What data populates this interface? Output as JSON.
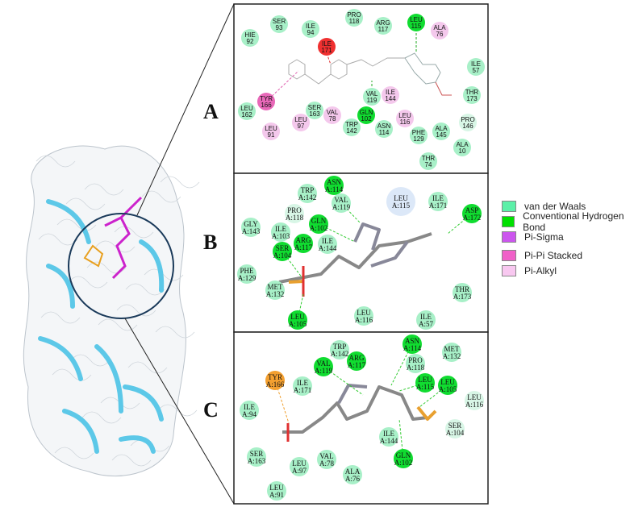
{
  "panels": [
    {
      "label": "A",
      "style": "sans",
      "residues": [
        {
          "name": "HIE",
          "num": "92",
          "type": "vdw"
        },
        {
          "name": "SER",
          "num": "93",
          "type": "vdw"
        },
        {
          "name": "ILE",
          "num": "94",
          "type": "vdw"
        },
        {
          "name": "PRO",
          "num": "118",
          "type": "vdw"
        },
        {
          "name": "ARG",
          "num": "117",
          "type": "vdw"
        },
        {
          "name": "LEU",
          "num": "115",
          "type": "hbond"
        },
        {
          "name": "ALA",
          "num": "76",
          "type": "alkyl"
        },
        {
          "name": "ILE",
          "num": "171",
          "type": "red"
        },
        {
          "name": "ILE",
          "num": "57",
          "type": "vdw"
        },
        {
          "name": "THR",
          "num": "173",
          "type": "vdw"
        },
        {
          "name": "TYR",
          "num": "166",
          "type": "pipi"
        },
        {
          "name": "LEU",
          "num": "162",
          "type": "vdw"
        },
        {
          "name": "SER",
          "num": "163",
          "type": "vdw"
        },
        {
          "name": "VAL",
          "num": "78",
          "type": "alkyl"
        },
        {
          "name": "LEU",
          "num": "97",
          "type": "alkyl"
        },
        {
          "name": "LEU",
          "num": "91",
          "type": "alkyl"
        },
        {
          "name": "VAL",
          "num": "119",
          "type": "vdw"
        },
        {
          "name": "ILE",
          "num": "144",
          "type": "alkyl"
        },
        {
          "name": "GLN",
          "num": "102",
          "type": "hbond"
        },
        {
          "name": "TRP",
          "num": "142",
          "type": "vdw"
        },
        {
          "name": "ASN",
          "num": "114",
          "type": "vdw"
        },
        {
          "name": "LEU",
          "num": "116",
          "type": "alkyl"
        },
        {
          "name": "PHE",
          "num": "129",
          "type": "vdw"
        },
        {
          "name": "ALA",
          "num": "145",
          "type": "vdw"
        },
        {
          "name": "PRO",
          "num": "146",
          "type": "vdwlight"
        },
        {
          "name": "ALA",
          "num": "10",
          "type": "vdw"
        },
        {
          "name": "THR",
          "num": "74",
          "type": "vdw"
        }
      ]
    },
    {
      "label": "B",
      "style": "serif",
      "residues": [
        {
          "name": "TRP",
          "num": "A:142",
          "type": "vdw"
        },
        {
          "name": "ASN",
          "num": "A:114",
          "type": "hbond"
        },
        {
          "name": "VAL",
          "num": "A:119",
          "type": "vdw"
        },
        {
          "name": "PRO",
          "num": "A:118",
          "type": "vdwlight"
        },
        {
          "name": "GLN",
          "num": "A:102",
          "type": "hbond"
        },
        {
          "name": "GLY",
          "num": "A:143",
          "type": "vdw"
        },
        {
          "name": "ILE",
          "num": "A:103",
          "type": "vdw"
        },
        {
          "name": "ARG",
          "num": "A:117",
          "type": "hbond"
        },
        {
          "name": "ILE",
          "num": "A:144",
          "type": "vdw"
        },
        {
          "name": "SER",
          "num": "A:104",
          "type": "hbond"
        },
        {
          "name": "LEU",
          "num": "A:115",
          "type": "blue"
        },
        {
          "name": "ILE",
          "num": "A:171",
          "type": "vdw"
        },
        {
          "name": "ASP",
          "num": "A:172",
          "type": "hbond"
        },
        {
          "name": "PHE",
          "num": "A:129",
          "type": "vdw"
        },
        {
          "name": "MET",
          "num": "A:132",
          "type": "vdw"
        },
        {
          "name": "THR",
          "num": "A:173",
          "type": "vdw"
        },
        {
          "name": "LEU",
          "num": "A:105",
          "type": "hbond"
        },
        {
          "name": "LEU",
          "num": "A:116",
          "type": "vdw"
        },
        {
          "name": "ILE",
          "num": "A:57",
          "type": "vdw"
        }
      ]
    },
    {
      "label": "C",
      "style": "serif",
      "residues": [
        {
          "name": "TRP",
          "num": "A:142",
          "type": "vdw"
        },
        {
          "name": "ASN",
          "num": "A:114",
          "type": "hbond"
        },
        {
          "name": "MET",
          "num": "A:132",
          "type": "vdw"
        },
        {
          "name": "VAL",
          "num": "A:119",
          "type": "hbond"
        },
        {
          "name": "ARG",
          "num": "A:117",
          "type": "hbond"
        },
        {
          "name": "PRO",
          "num": "A:118",
          "type": "vdw"
        },
        {
          "name": "TYR",
          "num": "A:166",
          "type": "orange"
        },
        {
          "name": "ILE",
          "num": "A:171",
          "type": "vdw"
        },
        {
          "name": "LEU",
          "num": "A:115",
          "type": "hbond"
        },
        {
          "name": "LEU",
          "num": "A:105",
          "type": "hbond"
        },
        {
          "name": "LEU",
          "num": "A:116",
          "type": "vdwlight"
        },
        {
          "name": "ILE",
          "num": "A:94",
          "type": "vdw"
        },
        {
          "name": "SER",
          "num": "A:104",
          "type": "vdwlight"
        },
        {
          "name": "ILE",
          "num": "A:144",
          "type": "vdw"
        },
        {
          "name": "GLN",
          "num": "A:102",
          "type": "hbond"
        },
        {
          "name": "SER",
          "num": "A:163",
          "type": "vdw"
        },
        {
          "name": "VAL",
          "num": "A:78",
          "type": "vdw"
        },
        {
          "name": "LEU",
          "num": "A:97",
          "type": "vdw"
        },
        {
          "name": "ALA",
          "num": "A:76",
          "type": "vdw"
        },
        {
          "name": "LEU",
          "num": "A:91",
          "type": "vdw"
        }
      ]
    }
  ],
  "legend": [
    {
      "label": "van der Waals",
      "color": "#5cf0a8"
    },
    {
      "label": "Conventional Hydrogen Bond",
      "color": "#00e000"
    },
    {
      "label": "Pi-Sigma",
      "color": "#cc55ee"
    },
    {
      "label": "Pi-Pi Stacked",
      "color": "#f060c8"
    },
    {
      "label": "Pi-Alkyl",
      "color": "#f8c8f0"
    }
  ],
  "colors": {
    "vdw": "#a8f0c8",
    "vdwlight": "#d8f6e6",
    "hbond": "#10dc30",
    "alkyl": "#f4c8ec",
    "pipi": "#e868b8",
    "red": "#f03030",
    "orange": "#f4a030",
    "blue": "#dce8f8",
    "ribbon": "#5cc8e8",
    "ligand": "#cc22cc"
  }
}
